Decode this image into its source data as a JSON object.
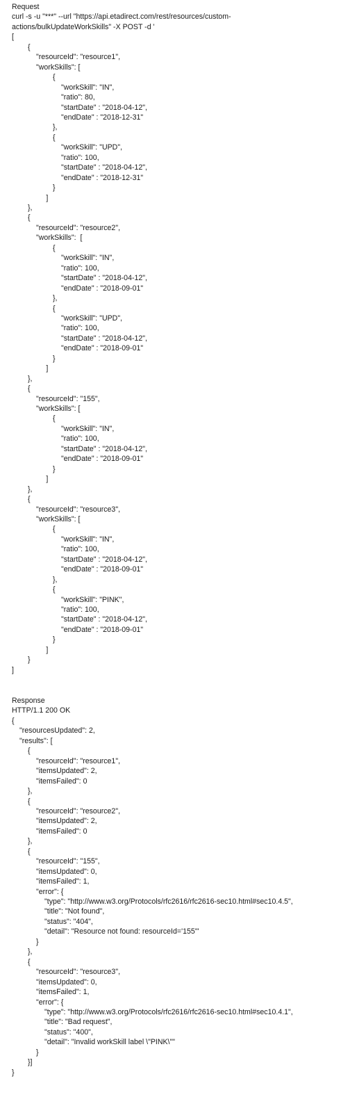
{
  "request": {
    "heading": "Request",
    "lines": [
      {
        "t": "curl -s -u \"***\" --url \"https://api.etadirect.com/rest/resources/custom-",
        "i": 0
      },
      {
        "t": "actions/bulkUpdateWorkSkills\" -X POST -d '",
        "i": 0
      },
      {
        "t": "[",
        "i": 0
      },
      {
        "t": "{",
        "i": 1
      },
      {
        "t": "\"resourceId\": \"resource1\",",
        "i": 2
      },
      {
        "t": "\"workSkills\": [",
        "i": 2
      },
      {
        "t": "{",
        "i": 3
      },
      {
        "t": "\"workSkill\": \"IN\",",
        "i": 4
      },
      {
        "t": "\"ratio\": 80,",
        "i": 4
      },
      {
        "t": "\"startDate\" : \"2018-04-12\",",
        "i": 4
      },
      {
        "t": "\"endDate\" : \"2018-12-31\"",
        "i": 4
      },
      {
        "t": "},",
        "i": 3
      },
      {
        "t": "{",
        "i": 3
      },
      {
        "t": "\"workSkill\": \"UPD\",",
        "i": 4
      },
      {
        "t": "\"ratio\": 100,",
        "i": 4
      },
      {
        "t": "\"startDate\" : \"2018-04-12\",",
        "i": 4
      },
      {
        "t": "\"endDate\" : \"2018-12-31\"",
        "i": 4
      },
      {
        "t": "}",
        "i": 3
      },
      {
        "t": "]",
        "i": 2.6
      },
      {
        "t": "},",
        "i": 1
      },
      {
        "t": "{",
        "i": 1
      },
      {
        "t": "\"resourceId\": \"resource2\",",
        "i": 2
      },
      {
        "t": "\"workSkills\":  [",
        "i": 2
      },
      {
        "t": "{",
        "i": 3
      },
      {
        "t": "\"workSkill\": \"IN\",",
        "i": 4
      },
      {
        "t": "\"ratio\": 100,",
        "i": 4
      },
      {
        "t": "\"startDate\" : \"2018-04-12\",",
        "i": 4
      },
      {
        "t": "\"endDate\" : \"2018-09-01\"",
        "i": 4
      },
      {
        "t": "},",
        "i": 3
      },
      {
        "t": "{",
        "i": 3
      },
      {
        "t": "\"workSkill\": \"UPD\",",
        "i": 4
      },
      {
        "t": "\"ratio\": 100,",
        "i": 4
      },
      {
        "t": "\"startDate\" : \"2018-04-12\",",
        "i": 4
      },
      {
        "t": "\"endDate\" : \"2018-09-01\"",
        "i": 4
      },
      {
        "t": "}",
        "i": 3
      },
      {
        "t": "]",
        "i": 2.6
      },
      {
        "t": "},",
        "i": 1
      },
      {
        "t": "{",
        "i": 1
      },
      {
        "t": "\"resourceId\": \"155\",",
        "i": 2
      },
      {
        "t": "\"workSkills\": [",
        "i": 2
      },
      {
        "t": "{",
        "i": 3
      },
      {
        "t": "\"workSkill\": \"IN\",",
        "i": 4
      },
      {
        "t": "\"ratio\": 100,",
        "i": 4
      },
      {
        "t": "\"startDate\" : \"2018-04-12\",",
        "i": 4
      },
      {
        "t": "\"endDate\" : \"2018-09-01\"",
        "i": 4
      },
      {
        "t": "}",
        "i": 3
      },
      {
        "t": "]",
        "i": 2.6
      },
      {
        "t": "},",
        "i": 1
      },
      {
        "t": "{",
        "i": 1
      },
      {
        "t": "\"resourceId\": \"resource3\",",
        "i": 2
      },
      {
        "t": "\"workSkills\": [",
        "i": 2
      },
      {
        "t": "{",
        "i": 3
      },
      {
        "t": "\"workSkill\": \"IN\",",
        "i": 4
      },
      {
        "t": "\"ratio\": 100,",
        "i": 4
      },
      {
        "t": "\"startDate\" : \"2018-04-12\",",
        "i": 4
      },
      {
        "t": "\"endDate\" : \"2018-09-01\"",
        "i": 4
      },
      {
        "t": "},",
        "i": 3
      },
      {
        "t": "{",
        "i": 3
      },
      {
        "t": "\"workSkill\": \"PINK\",",
        "i": 4
      },
      {
        "t": "\"ratio\": 100,",
        "i": 4
      },
      {
        "t": "\"startDate\" : \"2018-04-12\",",
        "i": 4
      },
      {
        "t": "\"endDate\" : \"2018-09-01\"",
        "i": 4
      },
      {
        "t": "}",
        "i": 3
      },
      {
        "t": "]",
        "i": 2.6
      },
      {
        "t": "}",
        "i": 1
      },
      {
        "t": "]",
        "i": 0
      }
    ]
  },
  "response": {
    "heading": "Response",
    "lines": [
      {
        "t": "HTTP/1.1 200 OK",
        "i": 0
      },
      {
        "t": "{",
        "i": 0
      },
      {
        "t": "\"resourcesUpdated\": 2,",
        "i": 1
      },
      {
        "t": "\"results\": [",
        "i": 1
      },
      {
        "t": "{",
        "i": 2
      },
      {
        "t": "\"resourceId\": \"resource1\",",
        "i": 3
      },
      {
        "t": "\"itemsUpdated\": 2,",
        "i": 3
      },
      {
        "t": "\"itemsFailed\": 0",
        "i": 3
      },
      {
        "t": "},",
        "i": 2
      },
      {
        "t": "{",
        "i": 2
      },
      {
        "t": "\"resourceId\": \"resource2\",",
        "i": 3
      },
      {
        "t": "\"itemsUpdated\": 2,",
        "i": 3
      },
      {
        "t": "\"itemsFailed\": 0",
        "i": 3
      },
      {
        "t": "},",
        "i": 2
      },
      {
        "t": "{",
        "i": 2
      },
      {
        "t": "\"resourceId\": \"155\",",
        "i": 3
      },
      {
        "t": "\"itemsUpdated\": 0,",
        "i": 3
      },
      {
        "t": "\"itemsFailed\": 1,",
        "i": 3
      },
      {
        "t": "\"error\": {",
        "i": 3
      },
      {
        "t": "\"type\": \"http://www.w3.org/Protocols/rfc2616/rfc2616-sec10.html#sec10.4.5\",",
        "i": 4
      },
      {
        "t": "\"title\": \"Not found\",",
        "i": 4
      },
      {
        "t": "\"status\": \"404\",",
        "i": 4
      },
      {
        "t": "\"detail\": \"Resource not found: resourceId='155'\"",
        "i": 4
      },
      {
        "t": "}",
        "i": 3
      },
      {
        "t": "},",
        "i": 2
      },
      {
        "t": "{",
        "i": 2
      },
      {
        "t": "\"resourceId\": \"resource3\",",
        "i": 3
      },
      {
        "t": "\"itemsUpdated\": 0,",
        "i": 3
      },
      {
        "t": "\"itemsFailed\": 1,",
        "i": 3
      },
      {
        "t": "\"error\": {",
        "i": 3
      },
      {
        "t": "\"type\": \"http://www.w3.org/Protocols/rfc2616/rfc2616-sec10.html#sec10.4.1\",",
        "i": 4
      },
      {
        "t": "\"title\": \"Bad request\",",
        "i": 4
      },
      {
        "t": "\"status\": \"400\",",
        "i": 4
      },
      {
        "t": "\"detail\": \"Invalid workSkill label \\\"PINK\\\"\"",
        "i": 4
      },
      {
        "t": "}",
        "i": 3
      },
      {
        "t": "}]",
        "i": 2
      },
      {
        "t": "}",
        "i": 0
      }
    ]
  }
}
